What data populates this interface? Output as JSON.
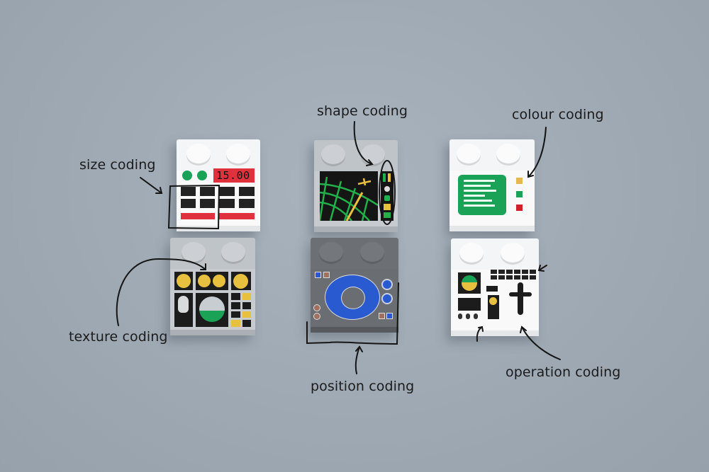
{
  "labels": {
    "size": "size coding",
    "shape": "shape coding",
    "colour": "colour coding",
    "texture": "texture coding",
    "position": "position coding",
    "operation": "operation coding"
  },
  "bricks": [
    {
      "id": "size",
      "color": "white",
      "display_text": "15.00"
    },
    {
      "id": "shape",
      "color": "light-gray"
    },
    {
      "id": "colour",
      "color": "white"
    },
    {
      "id": "texture",
      "color": "light-gray"
    },
    {
      "id": "position",
      "color": "dark-gray"
    },
    {
      "id": "operation",
      "color": "white"
    }
  ],
  "colors": {
    "background": "#a3adb7",
    "ink": "#1b1b1b",
    "red": "#e0323c",
    "green": "#1aa356",
    "yellow": "#e8c040",
    "blue": "#2a5ad0"
  }
}
